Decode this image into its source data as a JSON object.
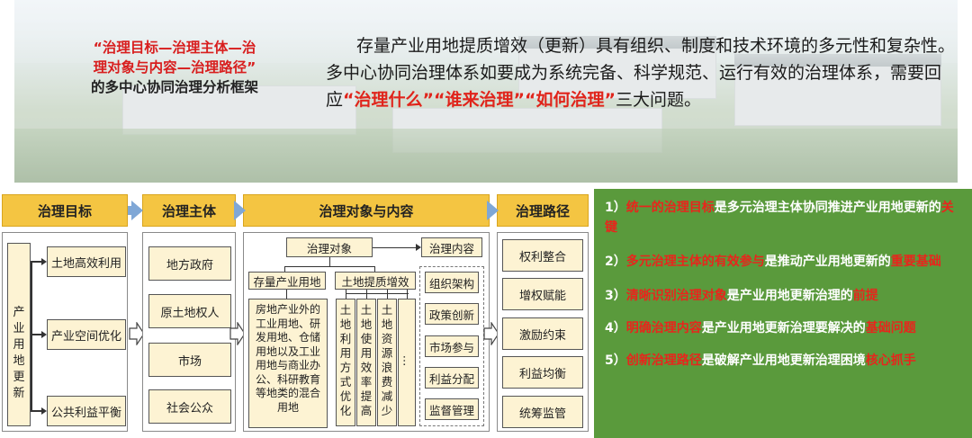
{
  "banner": {
    "title_parts": [
      {
        "text": "“治理目标—治理主体—治理对象与内容—治理路径”",
        "color": "red"
      },
      {
        "text": "的多中心协同治理分析框架",
        "color": "black"
      }
    ],
    "title_red": "“治理目标—治理主体—治\n理对象与内容—治理路径”",
    "title_black": "的多中心协同治理分析框架",
    "text_1": "存量产业用地提质增效（更新）具有组织、制度和技术环境的多元性和复杂性。多中心协同治理体系如要成为系统完备、科学规范、运行有效的治理体系，需要回应",
    "text_hl_1": "“治理什么”",
    "text_hl_2": "“谁来治理”",
    "text_hl_3": "“如何治理”",
    "text_2": "三大问题。"
  },
  "framework": {
    "headers": {
      "goal": "治理目标",
      "subject": "治理主体",
      "object": "治理对象与内容",
      "route": "治理路径"
    },
    "goal_root": "产业用地更新",
    "goals": [
      "土地高效利用",
      "产业空间优化",
      "公共利益平衡"
    ],
    "subjects": [
      "地方政府",
      "原土地权人",
      "市场",
      "社会公众"
    ],
    "object": {
      "root": "治理对象",
      "content_root": "治理内容",
      "branch_1": "存量产业用地",
      "branch_2": "土地提质增效",
      "branch_1_desc": "房地产业外的工业用地、研发用地、仓储用地以及工业用地与商业办公、科研教育等地类的混合用地",
      "vertical_items": [
        "土地利用方式优化",
        "土地使用效率提高",
        "土地资源浪费减少"
      ],
      "ellipsis": "…",
      "contents": [
        "组织架构",
        "政策创新",
        "市场参与",
        "利益分配",
        "监督管理"
      ]
    },
    "routes": [
      "权利整合",
      "增权赋能",
      "激励约束",
      "利益均衡",
      "统筹监管"
    ]
  },
  "points": [
    {
      "num": "1）",
      "red": "统一的治理目标",
      "white": "是多元治理主体协同推进产业用地更新的",
      "red2": "关键",
      "white2": ""
    },
    {
      "num": "2）",
      "red": "多元治理主体的有效参与",
      "white": "是推动产业用地更新的",
      "red2": "重要基础",
      "white2": ""
    },
    {
      "num": "3）",
      "red": "清晰识别治理对象",
      "white": "是产业用地更新治理的",
      "red2": "前提",
      "white2": ""
    },
    {
      "num": "4）",
      "red": "明确治理内容",
      "white": "是产业用地更新治理要解决的",
      "red2": "基础问题",
      "white2": ""
    },
    {
      "num": "5）",
      "red": "创新治理路径",
      "white": "是破解产业用地更新治理困境",
      "red2": "核心抓手",
      "white2": ""
    }
  ],
  "colors": {
    "header_fill": "#f4c542",
    "box_fill": "#fdf3d3",
    "green_panel": "#5a9a3c",
    "highlight_red": "#e8251c",
    "arrow_blue": "#7fa7d6"
  }
}
